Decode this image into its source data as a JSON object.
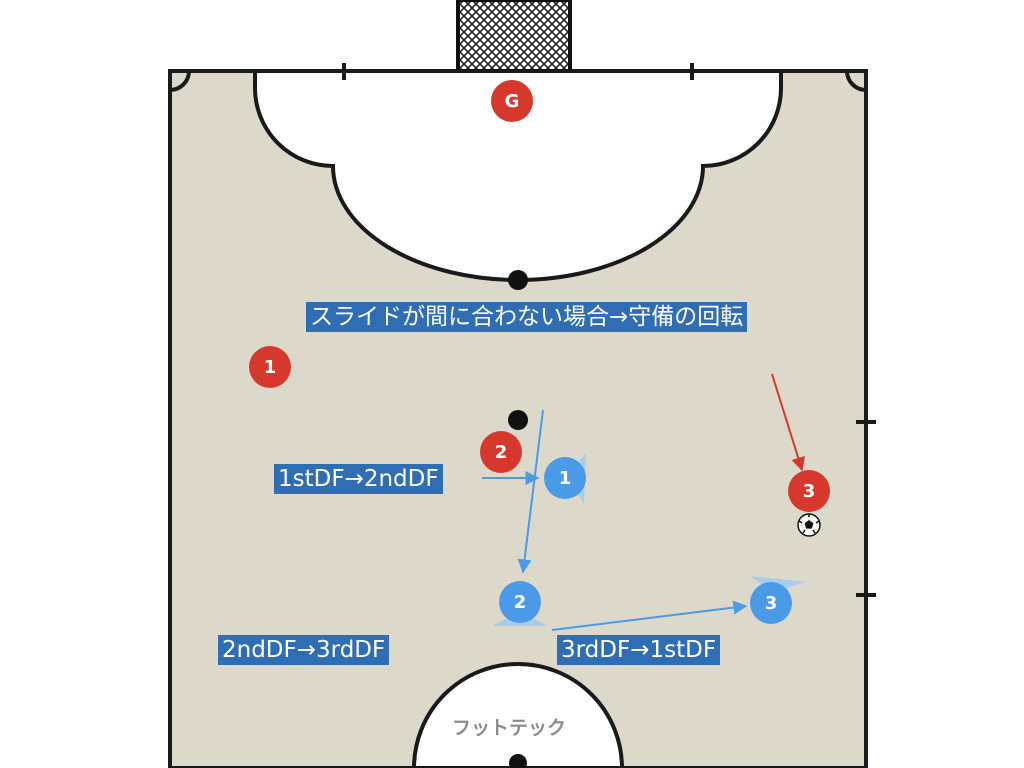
{
  "labels": {
    "title": "スライドが間に合わない場合→守備の回転",
    "first_to_second": "1stDF→2ndDF",
    "second_to_third": "2ndDF→3rdDF",
    "third_to_first": "3rdDF→1stDF",
    "watermark": "フットテック"
  },
  "players": {
    "attackers": [
      "G",
      "1",
      "2",
      "3"
    ],
    "defenders": [
      "1",
      "2",
      "3"
    ]
  },
  "colors": {
    "court": "#dcd9cb",
    "line": "#1a1a1a",
    "attacker": "#d6392b",
    "defender": "#4a9ae8",
    "label_bg": "#2f6db5",
    "arrow_move": "#4a9ae8",
    "arrow_pass": "#d6392b"
  },
  "icons": {
    "goal": "goal-net-icon",
    "ball": "soccer-ball-icon"
  }
}
